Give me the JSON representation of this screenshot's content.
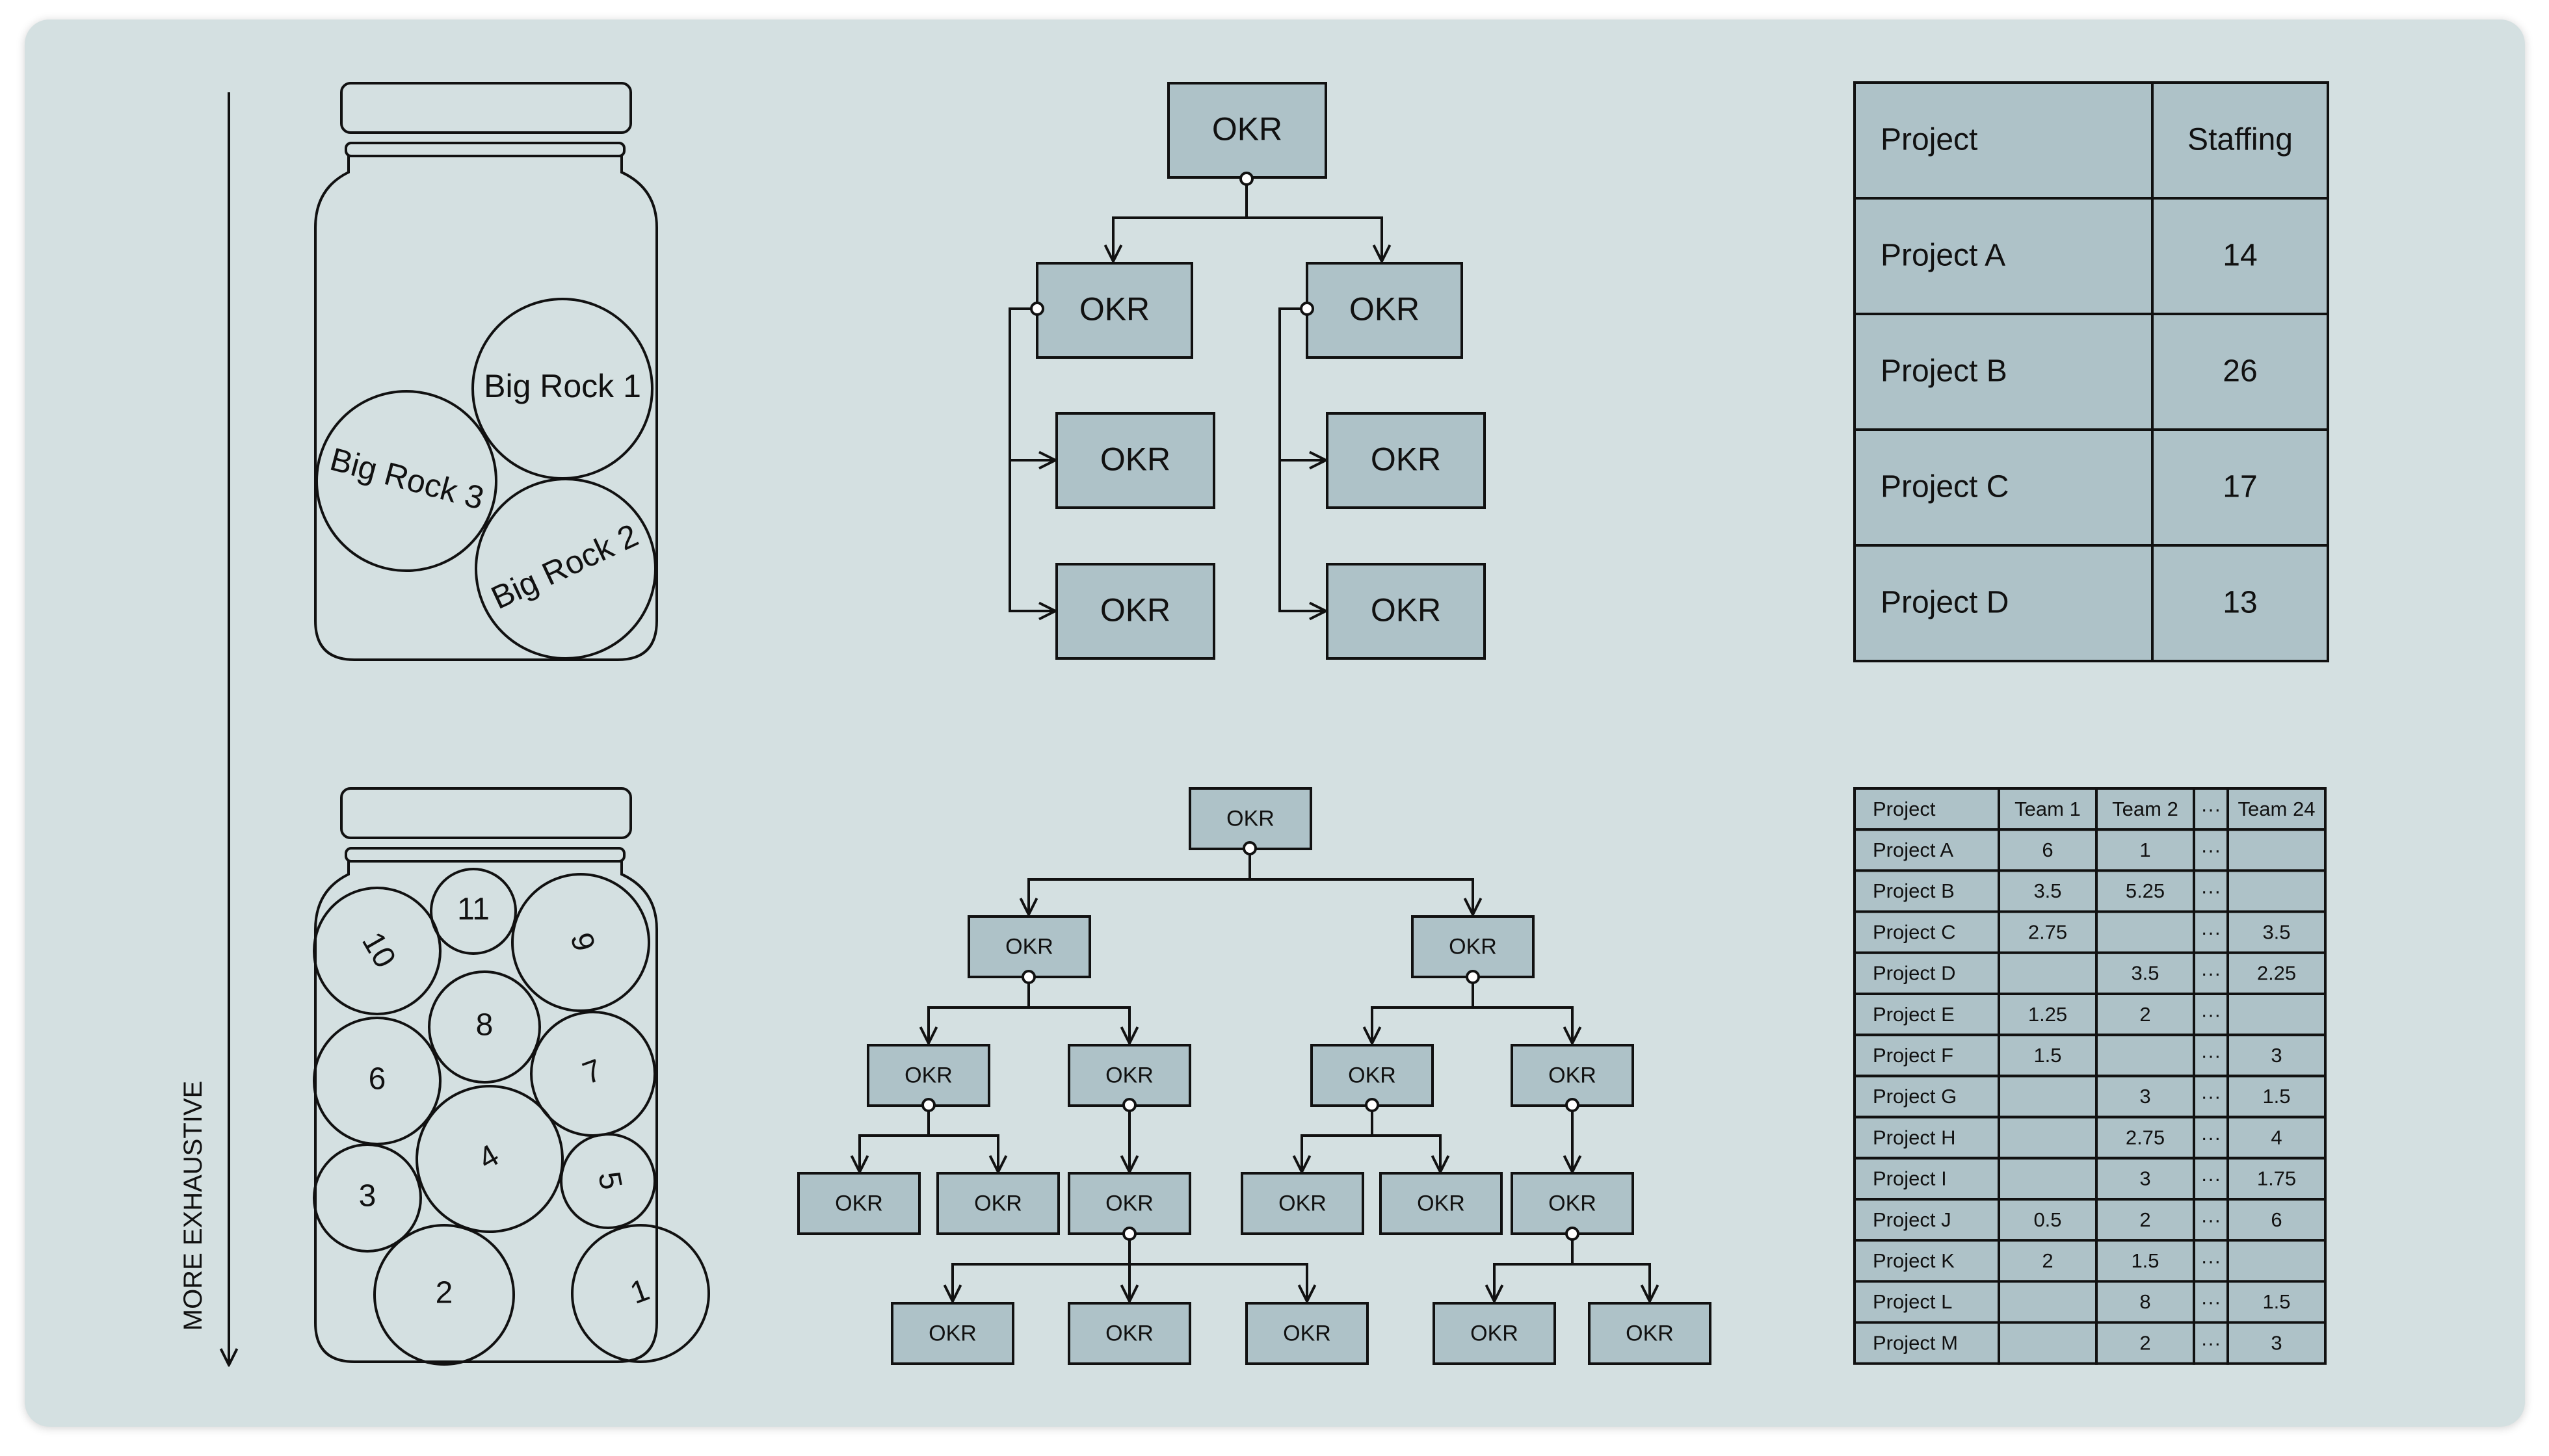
{
  "axis_label": "MORE EXHAUSTIVE",
  "top_jar": {
    "rocks": [
      "Big Rock 1",
      "Big Rock 2",
      "Big Rock 3"
    ]
  },
  "bottom_jar": {
    "balls": [
      "1",
      "2",
      "3",
      "4",
      "5",
      "6",
      "7",
      "8",
      "9",
      "10",
      "11"
    ]
  },
  "node_label": "OKR",
  "top_table": {
    "headers": [
      "Project",
      "Staffing"
    ],
    "rows": [
      [
        "Project A",
        "14"
      ],
      [
        "Project B",
        "26"
      ],
      [
        "Project C",
        "17"
      ],
      [
        "Project D",
        "13"
      ]
    ]
  },
  "bottom_table": {
    "headers": [
      "Project",
      "Team 1",
      "Team 2",
      "···",
      "Team 24"
    ],
    "rows": [
      [
        "Project A",
        "6",
        "1",
        "···",
        ""
      ],
      [
        "Project B",
        "3.5",
        "5.25",
        "···",
        ""
      ],
      [
        "Project C",
        "2.75",
        "",
        "···",
        "3.5"
      ],
      [
        "Project D",
        "",
        "3.5",
        "···",
        "2.25"
      ],
      [
        "Project E",
        "1.25",
        "2",
        "···",
        ""
      ],
      [
        "Project F",
        "1.5",
        "",
        "···",
        "3"
      ],
      [
        "Project G",
        "",
        "3",
        "···",
        "1.5"
      ],
      [
        "Project H",
        "",
        "2.75",
        "···",
        "4"
      ],
      [
        "Project I",
        "",
        "3",
        "···",
        "1.75"
      ],
      [
        "Project J",
        "0.5",
        "2",
        "···",
        "6"
      ],
      [
        "Project K",
        "2",
        "1.5",
        "···",
        ""
      ],
      [
        "Project L",
        "",
        "8",
        "···",
        "1.5"
      ],
      [
        "Project M",
        "",
        "2",
        "···",
        "3"
      ]
    ]
  },
  "colors": {
    "background": "#d4e0e1",
    "fill": "#aec2c8",
    "jar": "#bfd1d2",
    "ink": "#111111"
  }
}
